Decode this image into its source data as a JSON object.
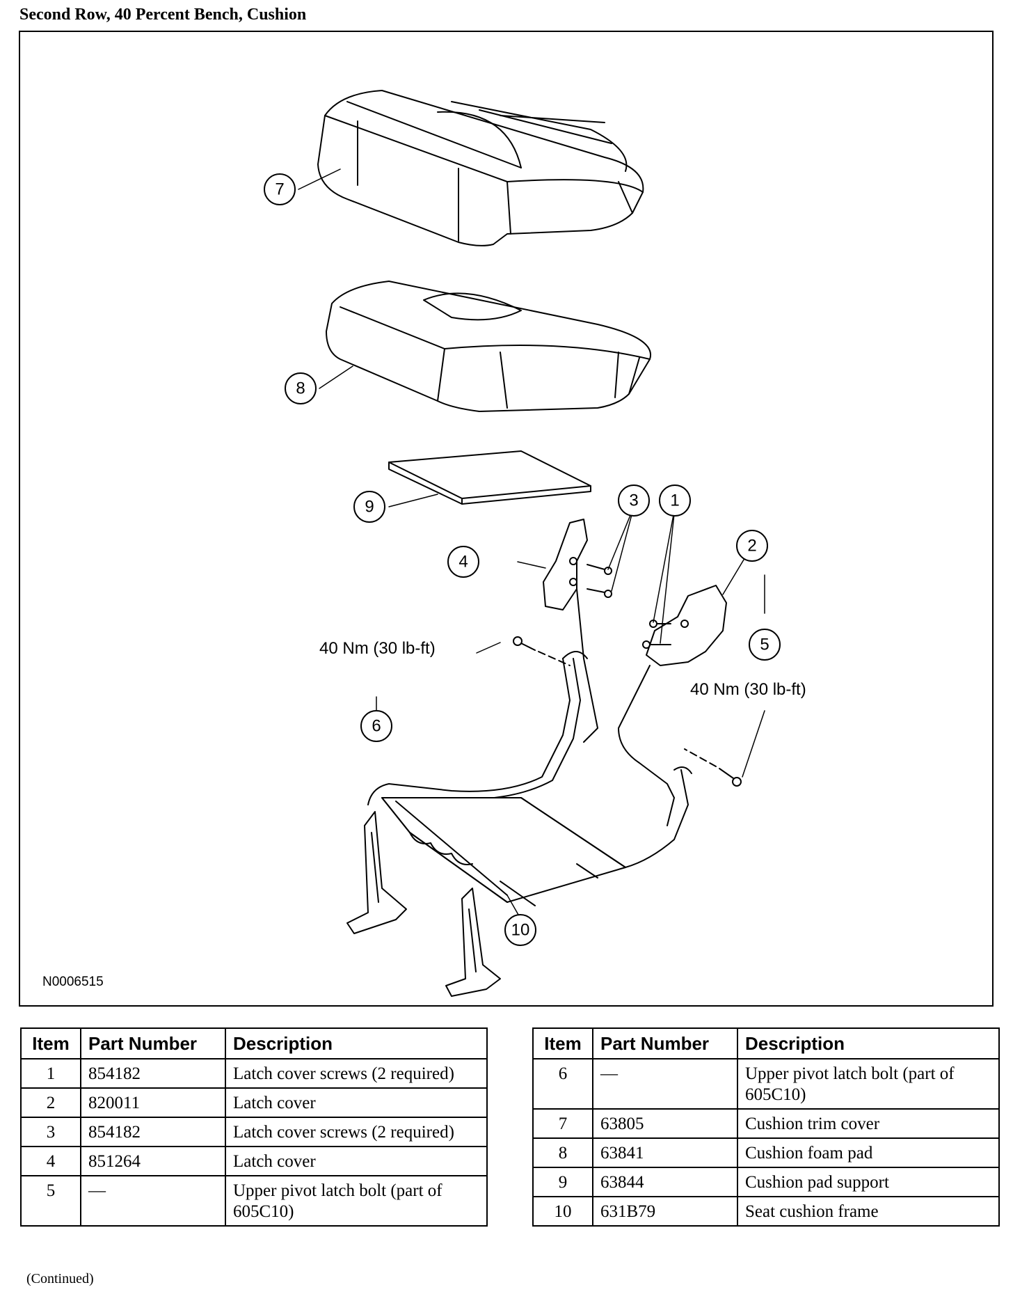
{
  "title": "Second Row, 40 Percent Bench, Cushion",
  "figure": {
    "id": "N0006515",
    "callouts": [
      "1",
      "2",
      "3",
      "4",
      "5",
      "6",
      "7",
      "8",
      "9",
      "10"
    ],
    "torque_labels": {
      "left": "40 Nm (30 lb-ft)",
      "right": "40 Nm (30 lb-ft)"
    }
  },
  "table": {
    "headers": {
      "item": "Item",
      "part_number": "Part Number",
      "description": "Description"
    },
    "left_rows": [
      {
        "item": "1",
        "part_number": "854182",
        "description": "Latch cover screws (2 required)"
      },
      {
        "item": "2",
        "part_number": "820011",
        "description": "Latch cover"
      },
      {
        "item": "3",
        "part_number": "854182",
        "description": "Latch cover screws (2 required)"
      },
      {
        "item": "4",
        "part_number": "851264",
        "description": "Latch cover"
      },
      {
        "item": "5",
        "part_number": "—",
        "description": "Upper pivot latch bolt (part of 605C10)"
      }
    ],
    "right_rows": [
      {
        "item": "6",
        "part_number": "—",
        "description": "Upper pivot latch bolt (part of 605C10)"
      },
      {
        "item": "7",
        "part_number": "63805",
        "description": "Cushion trim cover"
      },
      {
        "item": "8",
        "part_number": "63841",
        "description": "Cushion foam pad"
      },
      {
        "item": "9",
        "part_number": "63844",
        "description": "Cushion pad support"
      },
      {
        "item": "10",
        "part_number": "631B79",
        "description": "Seat cushion frame"
      }
    ]
  },
  "continued": "(Continued)"
}
